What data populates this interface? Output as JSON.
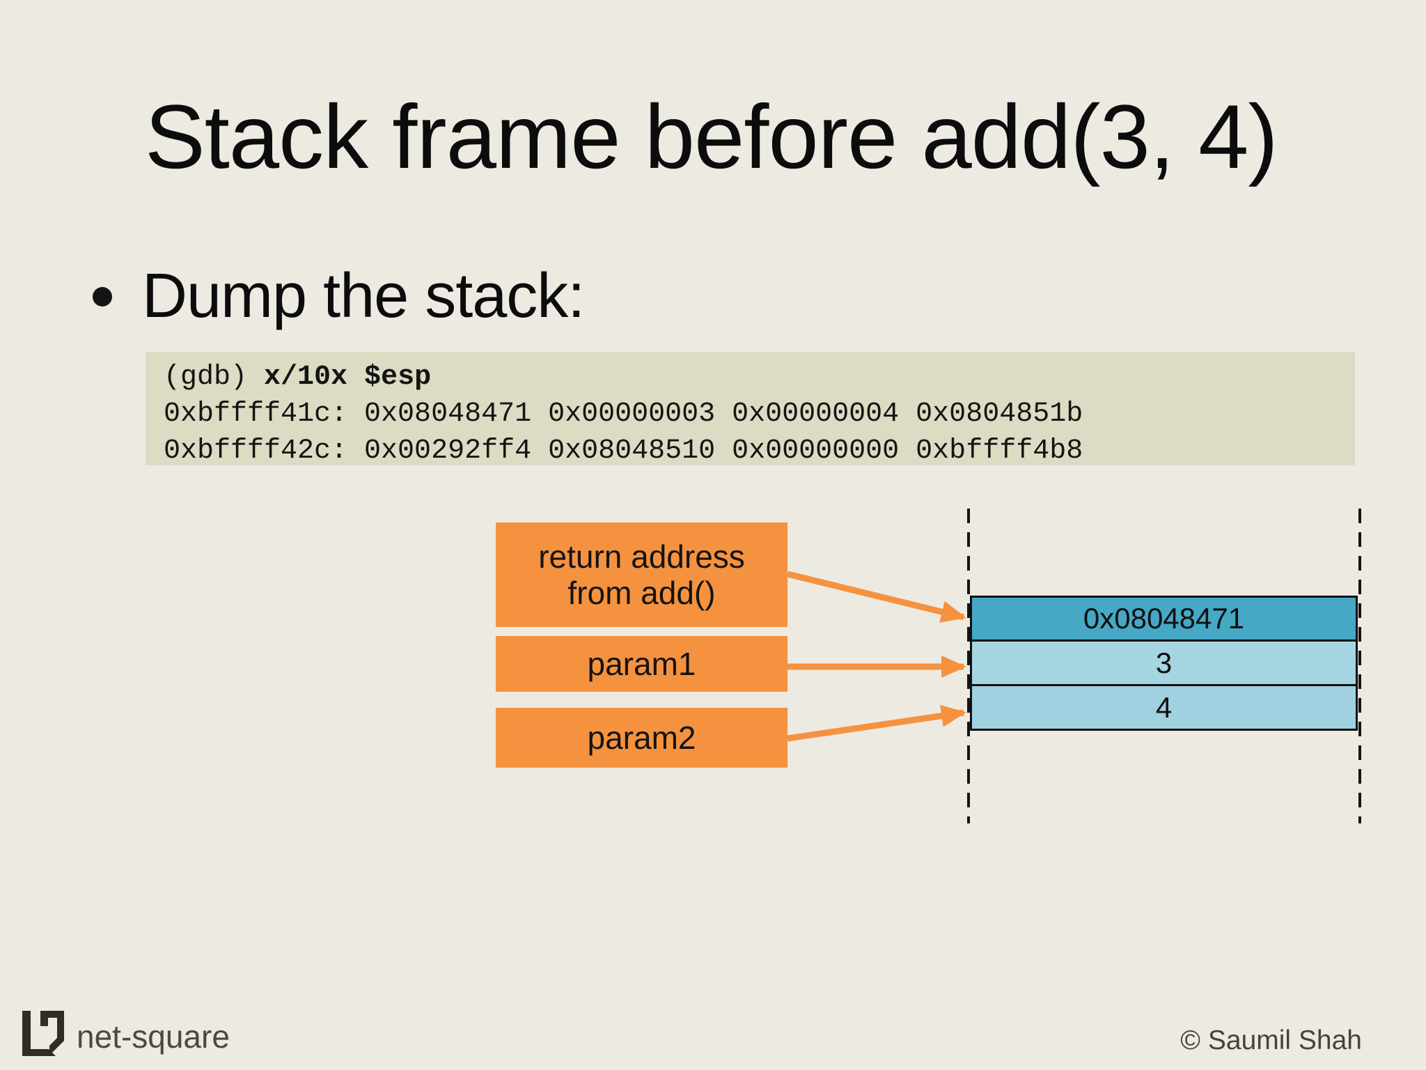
{
  "slide": {
    "title": "Stack frame before add(3, 4)",
    "bullet": "Dump the stack:",
    "code": {
      "prompt_prefix": "(gdb) ",
      "prompt_command": "x/10x $esp",
      "line2": "0xbffff41c: 0x08048471 0x00000003 0x00000004 0x0804851b",
      "line3": "0xbffff42c: 0x00292ff4 0x08048510 0x00000000 0xbffff4b8"
    },
    "diagram": {
      "boxes": [
        {
          "line1": "return address",
          "line2": "from add()"
        },
        {
          "line1": "param1"
        },
        {
          "line1": "param2"
        }
      ],
      "cells": [
        {
          "value": "0x08048471"
        },
        {
          "value": "3"
        },
        {
          "value": "4"
        }
      ]
    },
    "footer": {
      "brand": "net-square",
      "copyright": "© Saumil Shah"
    },
    "colors": {
      "background": "#edeae2",
      "code_background": "#dcdbc3",
      "orange": "#f5923f",
      "cell_dark_blue": "#46a8c5",
      "cell_light_blue": "#a5d5e2",
      "logo_dark": "#2e2d26"
    }
  }
}
